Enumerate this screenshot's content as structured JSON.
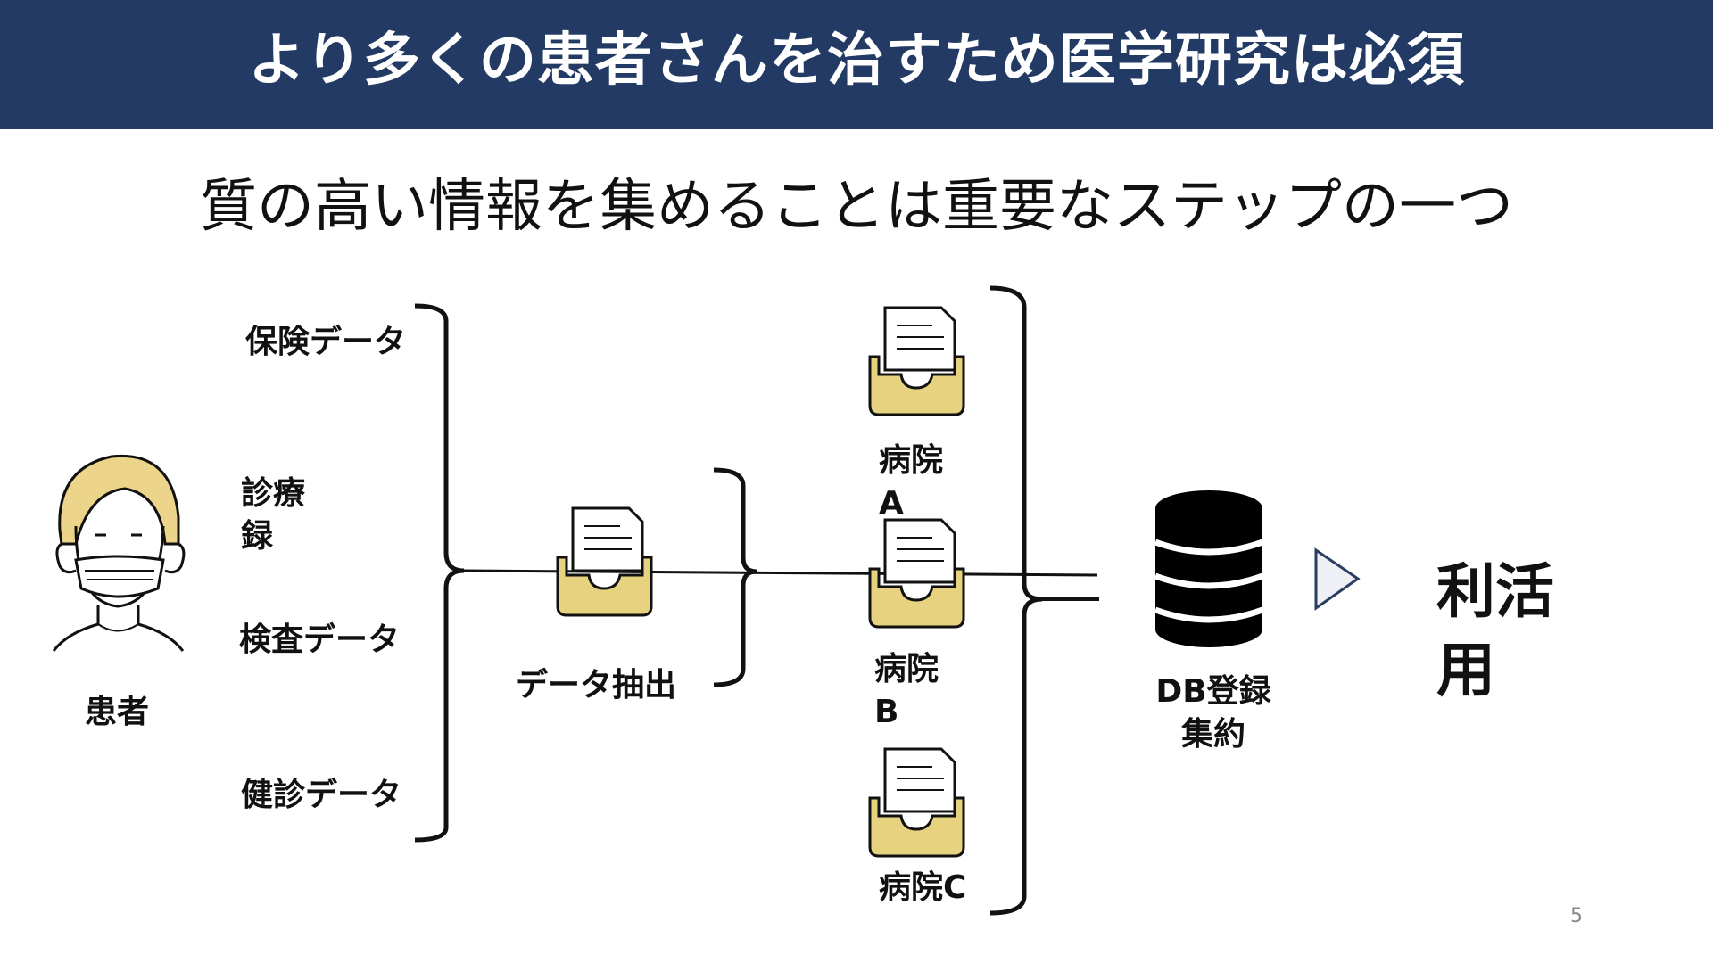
{
  "header": {
    "title": "より多くの患者さんを治すため医学研究は必須"
  },
  "subtitle": "質の高い情報を集めることは重要なステップの一つ",
  "diagram": {
    "patient": "患者",
    "sources": [
      "保険データ",
      "診療\n録",
      "検査データ",
      "健診データ"
    ],
    "extraction": "データ抽出",
    "hospitals": [
      "病院\nA",
      "病院\nB",
      "病院C"
    ],
    "database": "DB登録\n集約",
    "usage": "利活\n用"
  },
  "page_number": "5",
  "icons": [
    "patient-with-mask-icon",
    "document-tray-icon",
    "database-icon",
    "play-arrow-icon"
  ],
  "colors": {
    "header_bg": "#223a64",
    "tray": "#e6d27f",
    "hair": "#ecd58a"
  }
}
